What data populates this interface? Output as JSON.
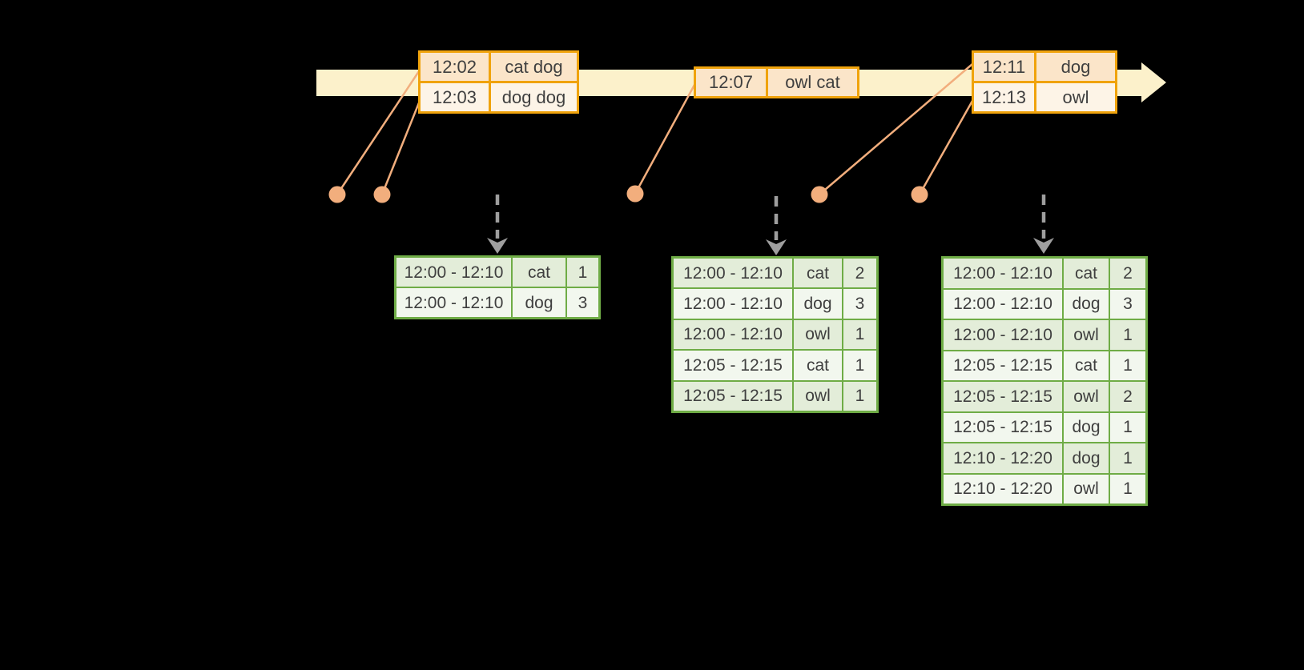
{
  "colors": {
    "band": "#FCF1CB",
    "orange_border": "#F0A30C",
    "peach_dark": "#FBE5C9",
    "peach_light": "#FDF4E7",
    "salmon": "#F2AE7D",
    "gray_arrow": "#9E9E9E",
    "green_border": "#6FAC46",
    "green_row_dark": "#E3EDD9",
    "green_row_light": "#F2F7EE",
    "text": "#3F3F3F"
  },
  "event_tables": [
    {
      "rows": [
        [
          "12:02",
          "cat dog"
        ],
        [
          "12:03",
          "dog dog"
        ]
      ]
    },
    {
      "rows": [
        [
          "12:07",
          "owl cat"
        ]
      ]
    },
    {
      "rows": [
        [
          "12:11",
          "dog"
        ],
        [
          "12:13",
          "owl"
        ]
      ]
    }
  ],
  "result_tables": [
    {
      "rows": [
        [
          "12:00 - 12:10",
          "cat",
          "1"
        ],
        [
          "12:00 - 12:10",
          "dog",
          "3"
        ]
      ]
    },
    {
      "rows": [
        [
          "12:00 - 12:10",
          "cat",
          "2"
        ],
        [
          "12:00 - 12:10",
          "dog",
          "3"
        ],
        [
          "12:00 - 12:10",
          "owl",
          "1"
        ],
        [
          "12:05 - 12:15",
          "cat",
          "1"
        ],
        [
          "12:05 - 12:15",
          "owl",
          "1"
        ]
      ]
    },
    {
      "rows": [
        [
          "12:00 - 12:10",
          "cat",
          "2"
        ],
        [
          "12:00 - 12:10",
          "dog",
          "3"
        ],
        [
          "12:00 - 12:10",
          "owl",
          "1"
        ],
        [
          "12:05 - 12:15",
          "cat",
          "1"
        ],
        [
          "12:05 - 12:15",
          "owl",
          "2"
        ],
        [
          "12:05 - 12:15",
          "dog",
          "1"
        ],
        [
          "12:10 - 12:20",
          "dog",
          "1"
        ],
        [
          "12:10 - 12:20",
          "owl",
          "1"
        ]
      ]
    }
  ]
}
